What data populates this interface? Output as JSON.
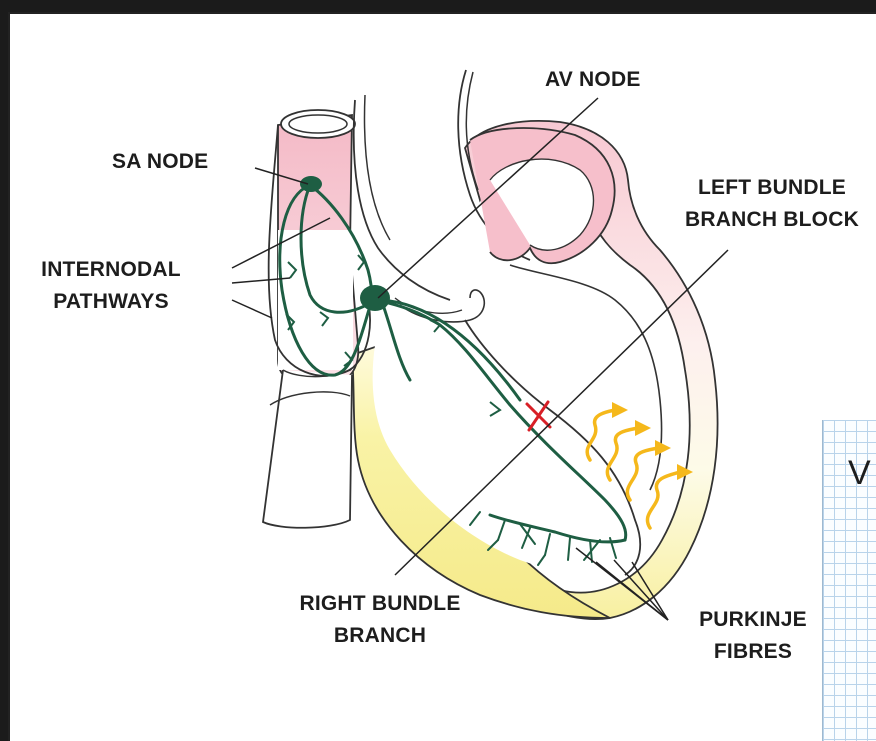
{
  "labels": {
    "av_node": "AV NODE",
    "sa_node": "SA NODE",
    "left_bundle_line1": "LEFT BUNDLE",
    "left_bundle_line2": "BRANCH BLOCK",
    "internodal_line1": "INTERNODAL",
    "internodal_line2": "PATHWAYS",
    "right_bundle_line1": "RIGHT BUNDLE",
    "right_bundle_line2": "BRANCH",
    "purkinje_line1": "PURKINJE",
    "purkinje_line2": "FIBRES",
    "overlay_letter": "V"
  },
  "colors": {
    "conduction_pathway": "#1e5e43",
    "atria_pink": "#f4c4cf",
    "ventricle_yellow": "#f8f2a0",
    "block_mark": "#d81f26",
    "impulse_arrows": "#f5b81b"
  }
}
